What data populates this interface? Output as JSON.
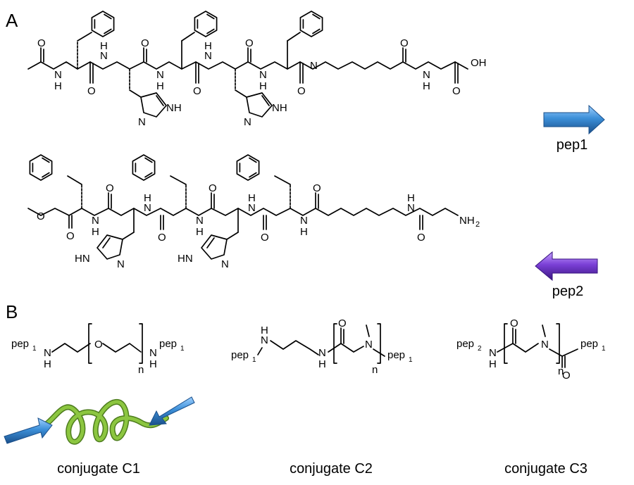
{
  "panels": {
    "a": "A",
    "b": "B"
  },
  "peptides": {
    "pep1_label": "pep1",
    "pep2_label": "pep2",
    "atoms": {
      "O": "O",
      "N": "N",
      "H": "H",
      "NH": "NH",
      "HN": "HN",
      "OH": "OH",
      "NH2": "NH",
      "sub2": "2"
    }
  },
  "conjugates": {
    "c1": {
      "caption": "conjugate C1",
      "left_group": "pep",
      "left_sub": "1",
      "right_group": "pep",
      "right_sub": "1",
      "repeat": "n",
      "O": "O",
      "N": "N",
      "H": "H"
    },
    "c2": {
      "caption": "conjugate C2",
      "left_group": "pep",
      "left_sub": "1",
      "right_group": "pep",
      "right_sub": "1",
      "repeat": "n",
      "O": "O",
      "N": "N",
      "H": "H"
    },
    "c3": {
      "caption": "conjugate C3",
      "left_group": "pep",
      "left_sub": "2",
      "right_group": "pep",
      "right_sub": "1",
      "repeat": "n",
      "O": "O",
      "N": "N",
      "H": "H"
    }
  },
  "colors": {
    "pep1_arrow": "#3c8fd8",
    "pep2_arrow": "#7a3fd6",
    "linker_c1": "#7ab53a",
    "linker_c2": "#d62a20",
    "linker_c3": "#d62a20"
  }
}
